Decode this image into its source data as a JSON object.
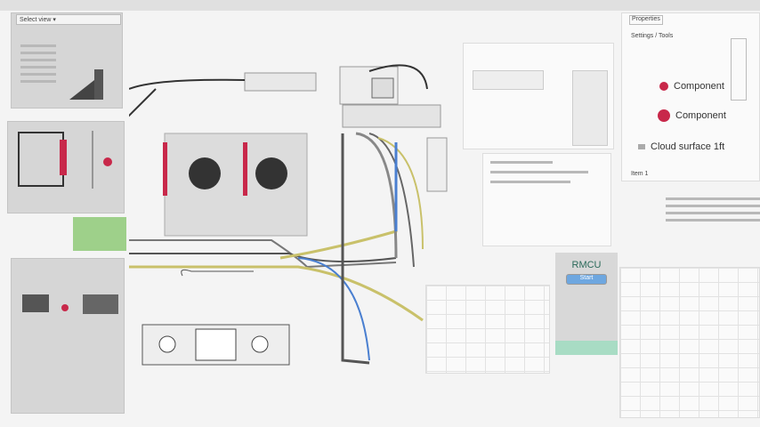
{
  "properties_panel": {
    "tab_label": "Properties",
    "header": "Settings / Tools",
    "items": [
      {
        "label": "Component",
        "color": "#c8284a"
      },
      {
        "label": "Component",
        "color": "#c8284a"
      }
    ],
    "footer_label": "Cloud surface 1ft",
    "status_label": "Item 1"
  },
  "left_panel": {
    "dropdown_value": "Select view"
  },
  "module": {
    "title": "RMCU",
    "button_label": "Start"
  },
  "colors": {
    "accent": "#c8284a",
    "wire_yellow": "#c9c16a",
    "wire_blue": "#4a7fd0",
    "wire_dark": "#333333"
  }
}
